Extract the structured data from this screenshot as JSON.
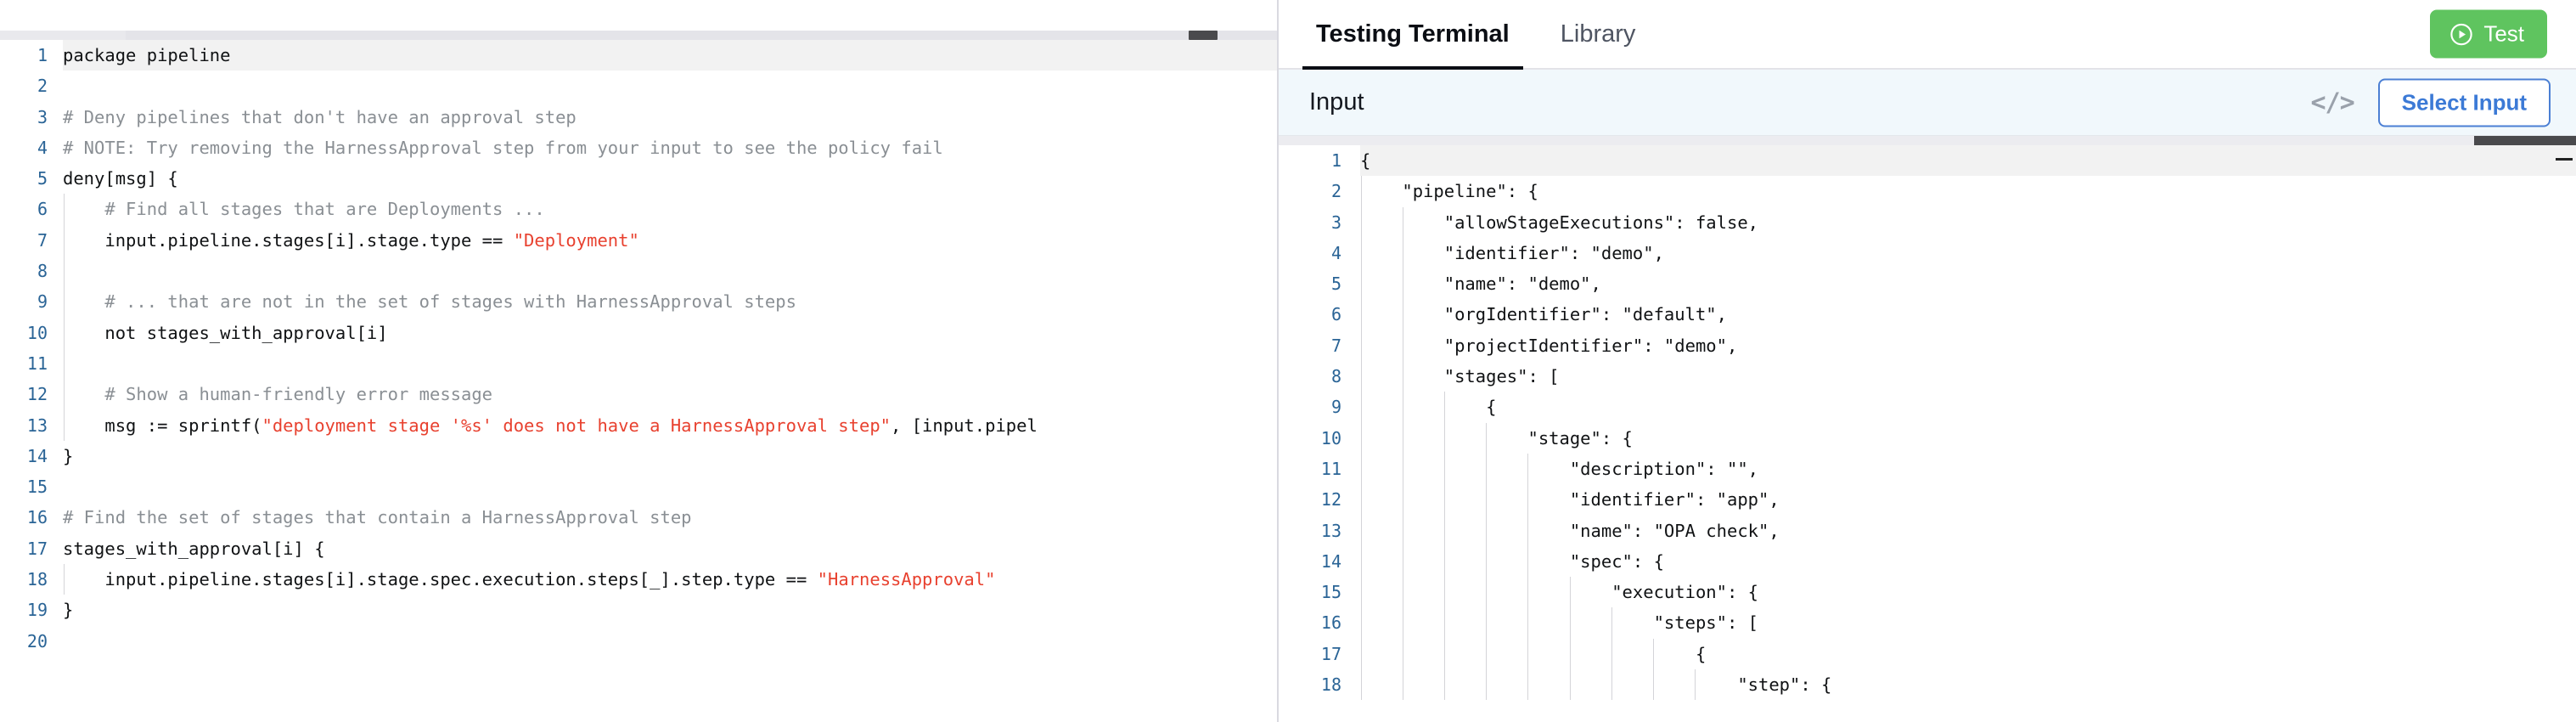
{
  "editor": {
    "language": "rego",
    "current_line": 1,
    "gutter_color": "#2a6496",
    "string_color": "#e8412f",
    "comment_color": "#8a8f94",
    "lines": [
      {
        "n": "1",
        "indent": 0,
        "parts": [
          {
            "t": "package pipeline",
            "c": "plain"
          }
        ]
      },
      {
        "n": "2",
        "indent": 0,
        "parts": []
      },
      {
        "n": "3",
        "indent": 0,
        "parts": [
          {
            "t": "# Deny pipelines that don't have an approval step",
            "c": "cmt"
          }
        ]
      },
      {
        "n": "4",
        "indent": 0,
        "parts": [
          {
            "t": "# NOTE: Try removing the HarnessApproval step from your input to see the policy fail",
            "c": "cmt"
          }
        ]
      },
      {
        "n": "5",
        "indent": 0,
        "parts": [
          {
            "t": "deny[msg] {",
            "c": "plain"
          }
        ]
      },
      {
        "n": "6",
        "indent": 1,
        "parts": [
          {
            "t": "    # Find all stages that are Deployments ...",
            "c": "cmt"
          }
        ]
      },
      {
        "n": "7",
        "indent": 1,
        "parts": [
          {
            "t": "    input.pipeline.stages[i].stage.type == ",
            "c": "plain"
          },
          {
            "t": "\"Deployment\"",
            "c": "str"
          }
        ]
      },
      {
        "n": "8",
        "indent": 1,
        "parts": []
      },
      {
        "n": "9",
        "indent": 1,
        "parts": [
          {
            "t": "    # ... that are not in the set of stages with HarnessApproval steps",
            "c": "cmt"
          }
        ]
      },
      {
        "n": "10",
        "indent": 1,
        "parts": [
          {
            "t": "    not stages_with_approval[i]",
            "c": "plain"
          }
        ]
      },
      {
        "n": "11",
        "indent": 1,
        "parts": []
      },
      {
        "n": "12",
        "indent": 1,
        "parts": [
          {
            "t": "    # Show a human-friendly error message",
            "c": "cmt"
          }
        ]
      },
      {
        "n": "13",
        "indent": 1,
        "parts": [
          {
            "t": "    msg := sprintf(",
            "c": "plain"
          },
          {
            "t": "\"deployment stage '%s' does not have a HarnessApproval step\"",
            "c": "str"
          },
          {
            "t": ", [input.pipel",
            "c": "plain"
          }
        ]
      },
      {
        "n": "14",
        "indent": 0,
        "parts": [
          {
            "t": "}",
            "c": "plain"
          }
        ]
      },
      {
        "n": "15",
        "indent": 0,
        "parts": []
      },
      {
        "n": "16",
        "indent": 0,
        "parts": [
          {
            "t": "# Find the set of stages that contain a HarnessApproval step",
            "c": "cmt"
          }
        ]
      },
      {
        "n": "17",
        "indent": 0,
        "parts": [
          {
            "t": "stages_with_approval[i] {",
            "c": "plain"
          }
        ]
      },
      {
        "n": "18",
        "indent": 1,
        "parts": [
          {
            "t": "    input.pipeline.stages[i].stage.spec.execution.steps[_].step.type == ",
            "c": "plain"
          },
          {
            "t": "\"HarnessApproval\"",
            "c": "str"
          }
        ]
      },
      {
        "n": "19",
        "indent": 0,
        "parts": [
          {
            "t": "}",
            "c": "plain"
          }
        ]
      },
      {
        "n": "20",
        "indent": 0,
        "parts": []
      }
    ]
  },
  "terminal": {
    "tabs": [
      {
        "label": "Testing Terminal",
        "active": true
      },
      {
        "label": "Library",
        "active": false
      }
    ],
    "test_button": {
      "label": "Test",
      "icon": "play-circle-icon",
      "color": "#5fc45f"
    },
    "input_section": {
      "title": "Input",
      "code_icon": "</>",
      "select_input_label": "Select Input",
      "accent": "#3c7ad6",
      "background": "#f1f8fc"
    },
    "json": {
      "current_line": 1,
      "lines": [
        {
          "n": "1",
          "indent": 0,
          "text": "{"
        },
        {
          "n": "2",
          "indent": 1,
          "text": "    \"pipeline\": {"
        },
        {
          "n": "3",
          "indent": 2,
          "text": "        \"allowStageExecutions\": false,"
        },
        {
          "n": "4",
          "indent": 2,
          "text": "        \"identifier\": \"demo\","
        },
        {
          "n": "5",
          "indent": 2,
          "text": "        \"name\": \"demo\","
        },
        {
          "n": "6",
          "indent": 2,
          "text": "        \"orgIdentifier\": \"default\","
        },
        {
          "n": "7",
          "indent": 2,
          "text": "        \"projectIdentifier\": \"demo\","
        },
        {
          "n": "8",
          "indent": 2,
          "text": "        \"stages\": ["
        },
        {
          "n": "9",
          "indent": 3,
          "text": "            {"
        },
        {
          "n": "10",
          "indent": 4,
          "text": "                \"stage\": {"
        },
        {
          "n": "11",
          "indent": 5,
          "text": "                    \"description\": \"\","
        },
        {
          "n": "12",
          "indent": 5,
          "text": "                    \"identifier\": \"app\","
        },
        {
          "n": "13",
          "indent": 5,
          "text": "                    \"name\": \"OPA check\","
        },
        {
          "n": "14",
          "indent": 5,
          "text": "                    \"spec\": {"
        },
        {
          "n": "15",
          "indent": 6,
          "text": "                        \"execution\": {"
        },
        {
          "n": "16",
          "indent": 7,
          "text": "                            \"steps\": ["
        },
        {
          "n": "17",
          "indent": 8,
          "text": "                                {"
        },
        {
          "n": "18",
          "indent": 9,
          "text": "                                    \"step\": {"
        }
      ]
    }
  }
}
